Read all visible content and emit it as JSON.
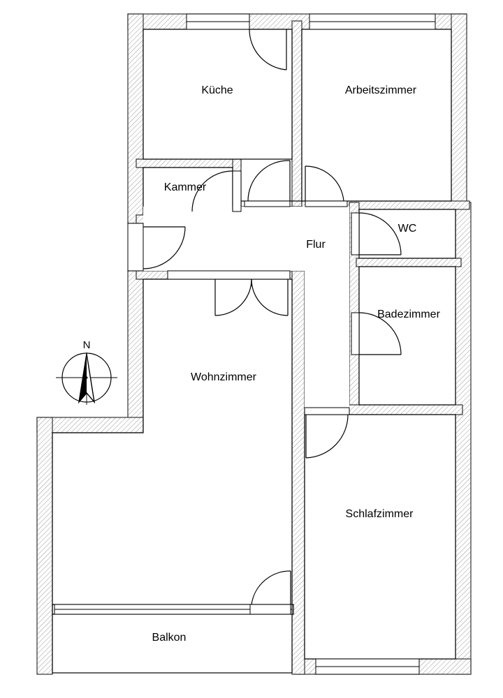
{
  "rooms": {
    "kueche": "Küche",
    "arbeitszimmer": "Arbeitszimmer",
    "kammer": "Kammer",
    "wc": "WC",
    "flur": "Flur",
    "badezimmer": "Badezimmer",
    "wohnzimmer": "Wohnzimmer",
    "schlafzimmer": "Schlafzimmer",
    "balkon": "Balkon"
  },
  "compass": {
    "north_label": "N",
    "icon": "compass-rose-icon"
  },
  "colors": {
    "wall_hatch": "#999999",
    "line": "#000000",
    "background": "#ffffff"
  }
}
